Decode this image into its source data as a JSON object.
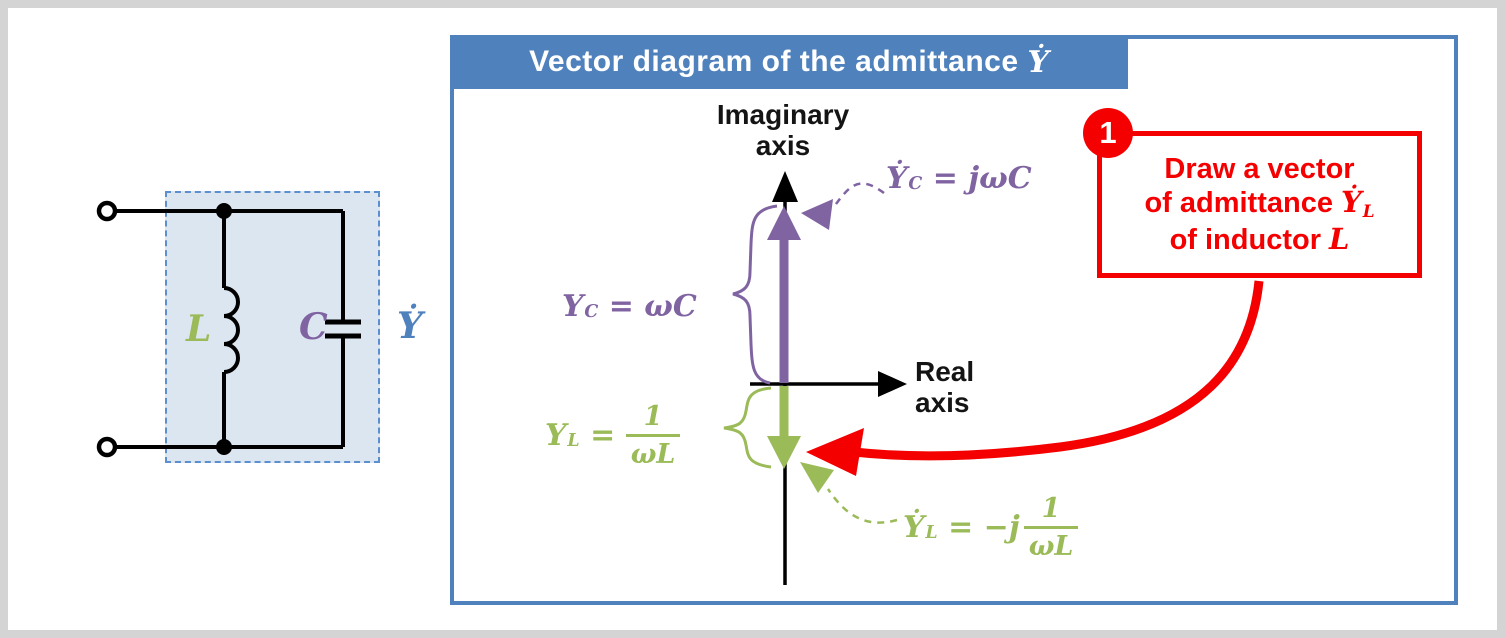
{
  "circuit": {
    "inductor_label": "L",
    "capacitor_label": "C",
    "admittance_label": "Ẏ"
  },
  "panel": {
    "title_text": "Vector diagram of the admittance",
    "title_symbol": "Ẏ"
  },
  "axes": {
    "imaginary_line1": "Imaginary",
    "imaginary_line2": "axis",
    "real_line1": "Real",
    "real_line2": "axis"
  },
  "capacitor_vector": {
    "magnitude_base": "Y",
    "magnitude_sub": "C",
    "magnitude_rhs": " = ωC",
    "phasor_base": "Ẏ",
    "phasor_sub": "C",
    "phasor_rhs": " = jωC"
  },
  "inductor_vector": {
    "magnitude_base": "Y",
    "magnitude_sub": "L",
    "magnitude_eq": " = ",
    "magnitude_num": "1",
    "magnitude_den": "ωL",
    "phasor_base": "Ẏ",
    "phasor_sub": "L",
    "phasor_eq": " = −j",
    "phasor_num": "1",
    "phasor_den": "ωL"
  },
  "callout": {
    "badge": "1",
    "line1": "Draw a vector",
    "line2_text": "of admittance ",
    "line2_math_base": "Ẏ",
    "line2_math_sub": "L",
    "line3_text": "of inductor ",
    "line3_math": "L"
  },
  "colors": {
    "panel_blue": "#4f81bd",
    "capacitor_purple": "#8064a2",
    "inductor_green": "#9bbb59",
    "callout_red": "#f40000",
    "circuit_fill": "#dce6f1",
    "outer_border_gray": "#d4d4d4"
  }
}
